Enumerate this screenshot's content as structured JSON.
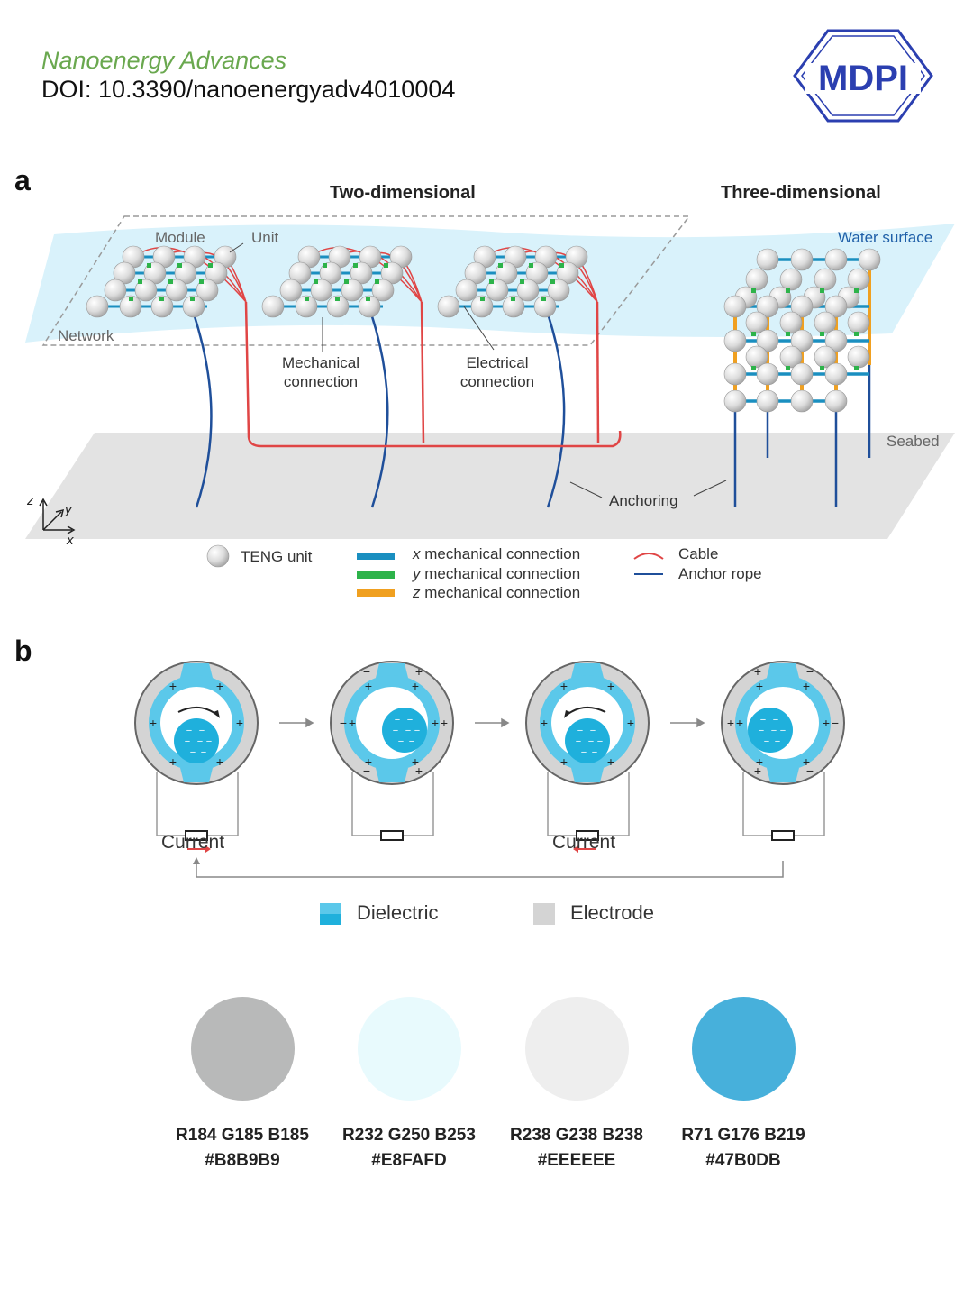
{
  "header": {
    "journal": "Nanoenergy Advances",
    "doi": "DOI: 10.3390/nanoenergyadv4010004",
    "publisher_logo": "MDPI"
  },
  "panel_a": {
    "letter": "a",
    "title_2d": "Two-dimensional",
    "title_3d": "Three-dimensional",
    "module": "Module",
    "unit": "Unit",
    "network": "Network",
    "water_surface": "Water surface",
    "seabed": "Seabed",
    "mechanical_connection": [
      "Mechanical",
      "connection"
    ],
    "electrical_connection": [
      "Electrical",
      "connection"
    ],
    "anchoring": "Anchoring",
    "axes": {
      "z": "z",
      "y": "y",
      "x": "x"
    },
    "legend": {
      "teng_unit": "TENG unit",
      "x_prefix": "x",
      "y_prefix": "y",
      "z_prefix": "z",
      "mech_suffix": "mechanical connection",
      "cable": "Cable",
      "anchor_rope": "Anchor rope"
    }
  },
  "panel_b": {
    "letter": "b",
    "current_label": "Current",
    "legend_dielectric": "Dielectric",
    "legend_electrode": "Electrode"
  },
  "swatches": [
    {
      "rgb": "R184 G185 B185",
      "hex": "#B8B9B9"
    },
    {
      "rgb": "R232 G250 B253",
      "hex": "#E8FAFD"
    },
    {
      "rgb": "R238 G238 B238",
      "hex": "#EEEEEE"
    },
    {
      "rgb": "R71 G176 B219",
      "hex": "#47B0DB"
    }
  ],
  "colors": {
    "journal_green": "#6aa84f",
    "mdpi_blue": "#2b3fb0",
    "x_connection": "#1a8fc0",
    "y_connection": "#2db34a",
    "z_connection": "#f0a020",
    "cable": "#e04545",
    "anchor_rope": "#1f4f9a",
    "dielectric": "#5bc8ea",
    "electrode": "#d4d4d4"
  }
}
